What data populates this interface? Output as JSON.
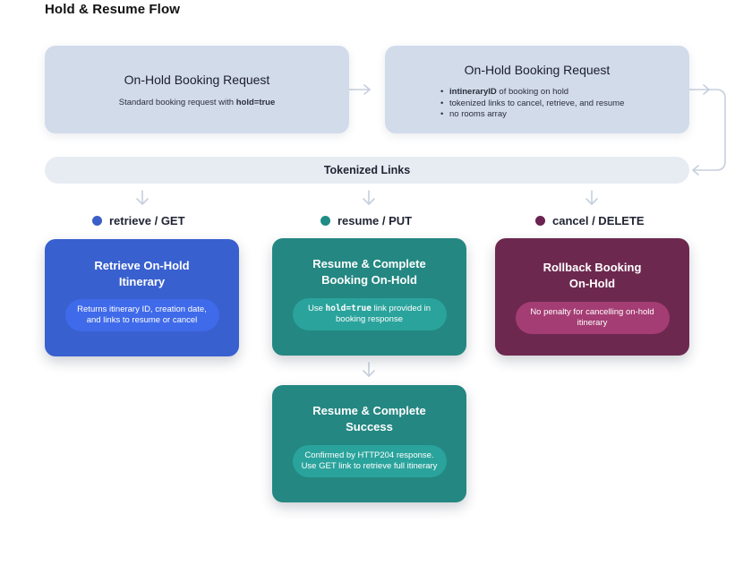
{
  "page_title": "Hold & Resume Flow",
  "request_box": {
    "title": "On-Hold Booking Request",
    "sub_prefix": "Standard booking request with ",
    "sub_code": "hold=true"
  },
  "response_box": {
    "title": "On-Hold Booking Request",
    "bullet1_bold": "intineraryID",
    "bullet1_rest": " of booking on hold",
    "bullet2": "tokenized links to cancel, retrieve, and resume",
    "bullet3": "no rooms array"
  },
  "links_bar": {
    "label": "Tokenized Links"
  },
  "operations": {
    "retrieve": {
      "label": "retrieve / GET",
      "color": "#3a5fc8"
    },
    "resume": {
      "label": "resume / PUT",
      "color": "#1f8c86"
    },
    "cancel": {
      "label": "cancel / DELETE",
      "color": "#6b2350"
    }
  },
  "cards": {
    "retrieve": {
      "title": "Retrieve On-Hold Itinerary",
      "pill": "Returns itinerary ID, creation date, and links to resume or cancel",
      "bg": "#3960cf",
      "pill_bg": "#3f6ae9"
    },
    "resume": {
      "title": "Resume & Complete Booking On-Hold",
      "pill_prefix": "Use ",
      "pill_code": "hold=true",
      "pill_suffix": "  link provided in booking response",
      "bg": "#248782",
      "pill_bg": "#2aa39c"
    },
    "cancel": {
      "title": "Rollback Booking On-Hold",
      "pill": "No penalty for cancelling on-hold itinerary",
      "bg": "#6d284f",
      "pill_bg": "#a43d73"
    },
    "success": {
      "title": "Resume & Complete Success",
      "pill": "Confirmed by HTTP204 response. Use GET link to retrieve full itinerary",
      "bg": "#248782",
      "pill_bg": "#2aa39c"
    }
  }
}
